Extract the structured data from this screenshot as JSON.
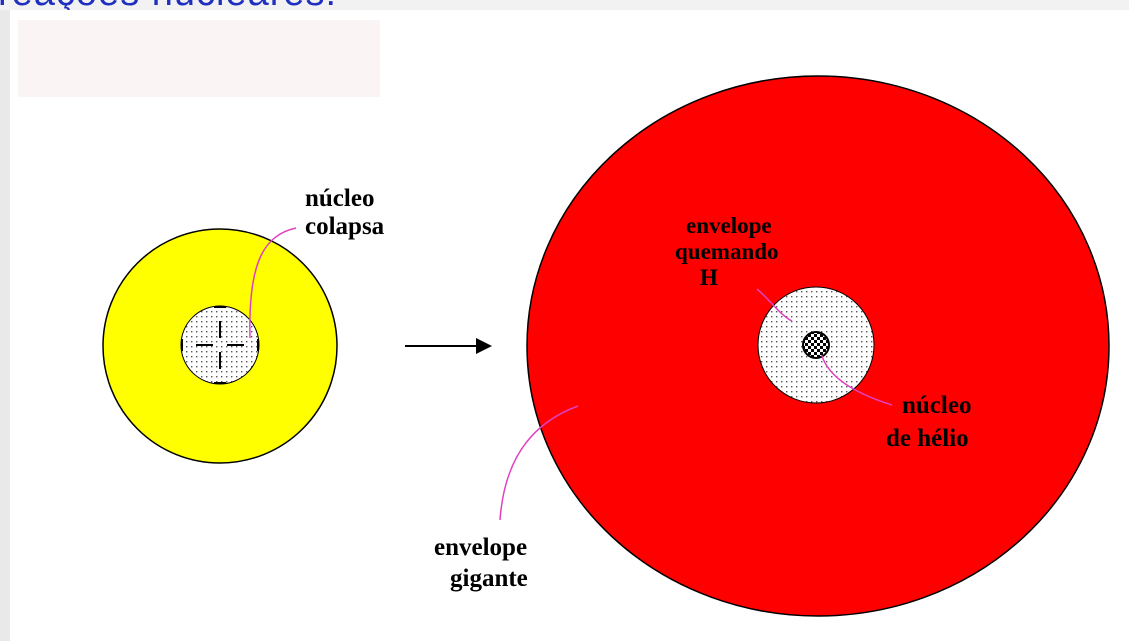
{
  "header": {
    "title": "reações nucleares:"
  },
  "colors": {
    "yellow_star": "#ffff00",
    "red_giant": "#ff0000",
    "leader_line": "#e040c0",
    "outline": "#000000",
    "title": "#1f2fbf"
  },
  "labels": {
    "core_collapses": [
      "núcleo",
      "colapsa"
    ],
    "shell_burning": [
      "envelope",
      "quemando",
      "H"
    ],
    "helium_core": [
      "núcleo",
      "de hélio"
    ],
    "giant_envelope": [
      "envelope",
      "gigante"
    ]
  }
}
